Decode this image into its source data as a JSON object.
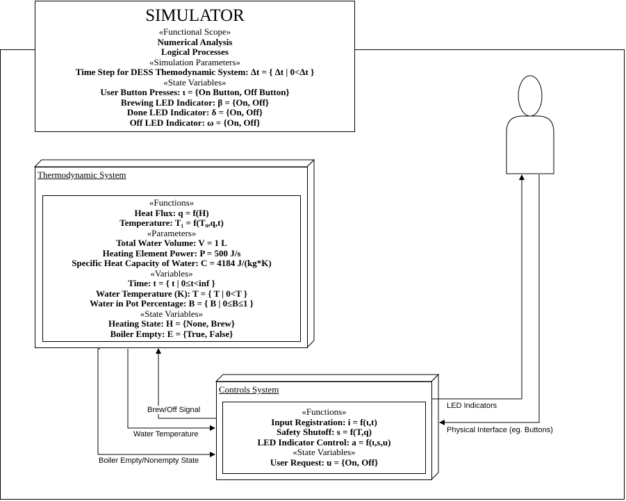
{
  "simulator": {
    "title": "SIMULATOR",
    "lines": [
      {
        "text": "«Functional Scope»",
        "style": "stereotype"
      },
      {
        "text": "Numerical Analysis",
        "style": "bold"
      },
      {
        "text": "Logical Processes",
        "style": "bold"
      },
      {
        "text": "«Simulation Parameters»",
        "style": "stereotype"
      },
      {
        "text": "Time Step for DESS Themodynamic System: Δt = { Δt | 0<Δt }",
        "style": "bold"
      },
      {
        "text": "«State Variables»",
        "style": "stereotype"
      },
      {
        "text": "User Button Presses: ι = {On Button, Off Button}",
        "style": "bold"
      },
      {
        "text": "Brewing LED Indicator: β = {On, Off}",
        "style": "bold"
      },
      {
        "text": "Done LED Indicator: δ = {On, Off}",
        "style": "bold"
      },
      {
        "text": "Off LED Indicator: ω = {On, Off}",
        "style": "bold"
      }
    ]
  },
  "thermo": {
    "name": "Thermodynamic System",
    "lines": [
      {
        "text": "«Functions»",
        "style": "stereotype"
      },
      {
        "text": "Heat Flux: q = f(H)",
        "style": "bold"
      },
      {
        "text": "Temperature: T₁ = f(T₀,q,t)",
        "style": "bold"
      },
      {
        "text": "«Parameters»",
        "style": "stereotype"
      },
      {
        "text": "Total Water Volume: V = 1 L",
        "style": "bold"
      },
      {
        "text": "Heating Element Power: P = 500 J/s",
        "style": "bold"
      },
      {
        "text": "Specific Heat Capacity of Water: C = 4184 J/(kg*K)",
        "style": "bold"
      },
      {
        "text": "«Variables»",
        "style": "stereotype"
      },
      {
        "text": "Time: t = { t | 0≤t<inf }",
        "style": "bold"
      },
      {
        "text": "Water Temperature (K): T = { T | 0<T }",
        "style": "bold"
      },
      {
        "text": "Water in Pot Percentage: B = { B | 0≤B≤1 }",
        "style": "bold"
      },
      {
        "text": "«State Variables»",
        "style": "stereotype"
      },
      {
        "text": "Heating State: H = {None, Brew}",
        "style": "bold"
      },
      {
        "text": "Boiler Empty: E = {True, False}",
        "style": "bold"
      }
    ]
  },
  "controls": {
    "name": "Controls System",
    "lines": [
      {
        "text": "«Functions»",
        "style": "stereotype"
      },
      {
        "text": "Input Registration: i = f(ι,t)",
        "style": "bold"
      },
      {
        "text": "Safety Shutoff: s = f(T,q)",
        "style": "bold"
      },
      {
        "text": "LED Indicator Control: a = f(ι,s,u)",
        "style": "bold"
      },
      {
        "text": "«State Variables»",
        "style": "stereotype"
      },
      {
        "text": "User Request: u = {On, Off}",
        "style": "bold"
      }
    ]
  },
  "connectors": {
    "brew_off_signal": "Brew/Off Signal",
    "water_temperature": "Water Temperature",
    "boiler_empty": "Boiler Empty/Nonempty State",
    "led_indicators": "LED Indicators",
    "physical_interface": "Physical Interface (eg. Buttons)"
  }
}
